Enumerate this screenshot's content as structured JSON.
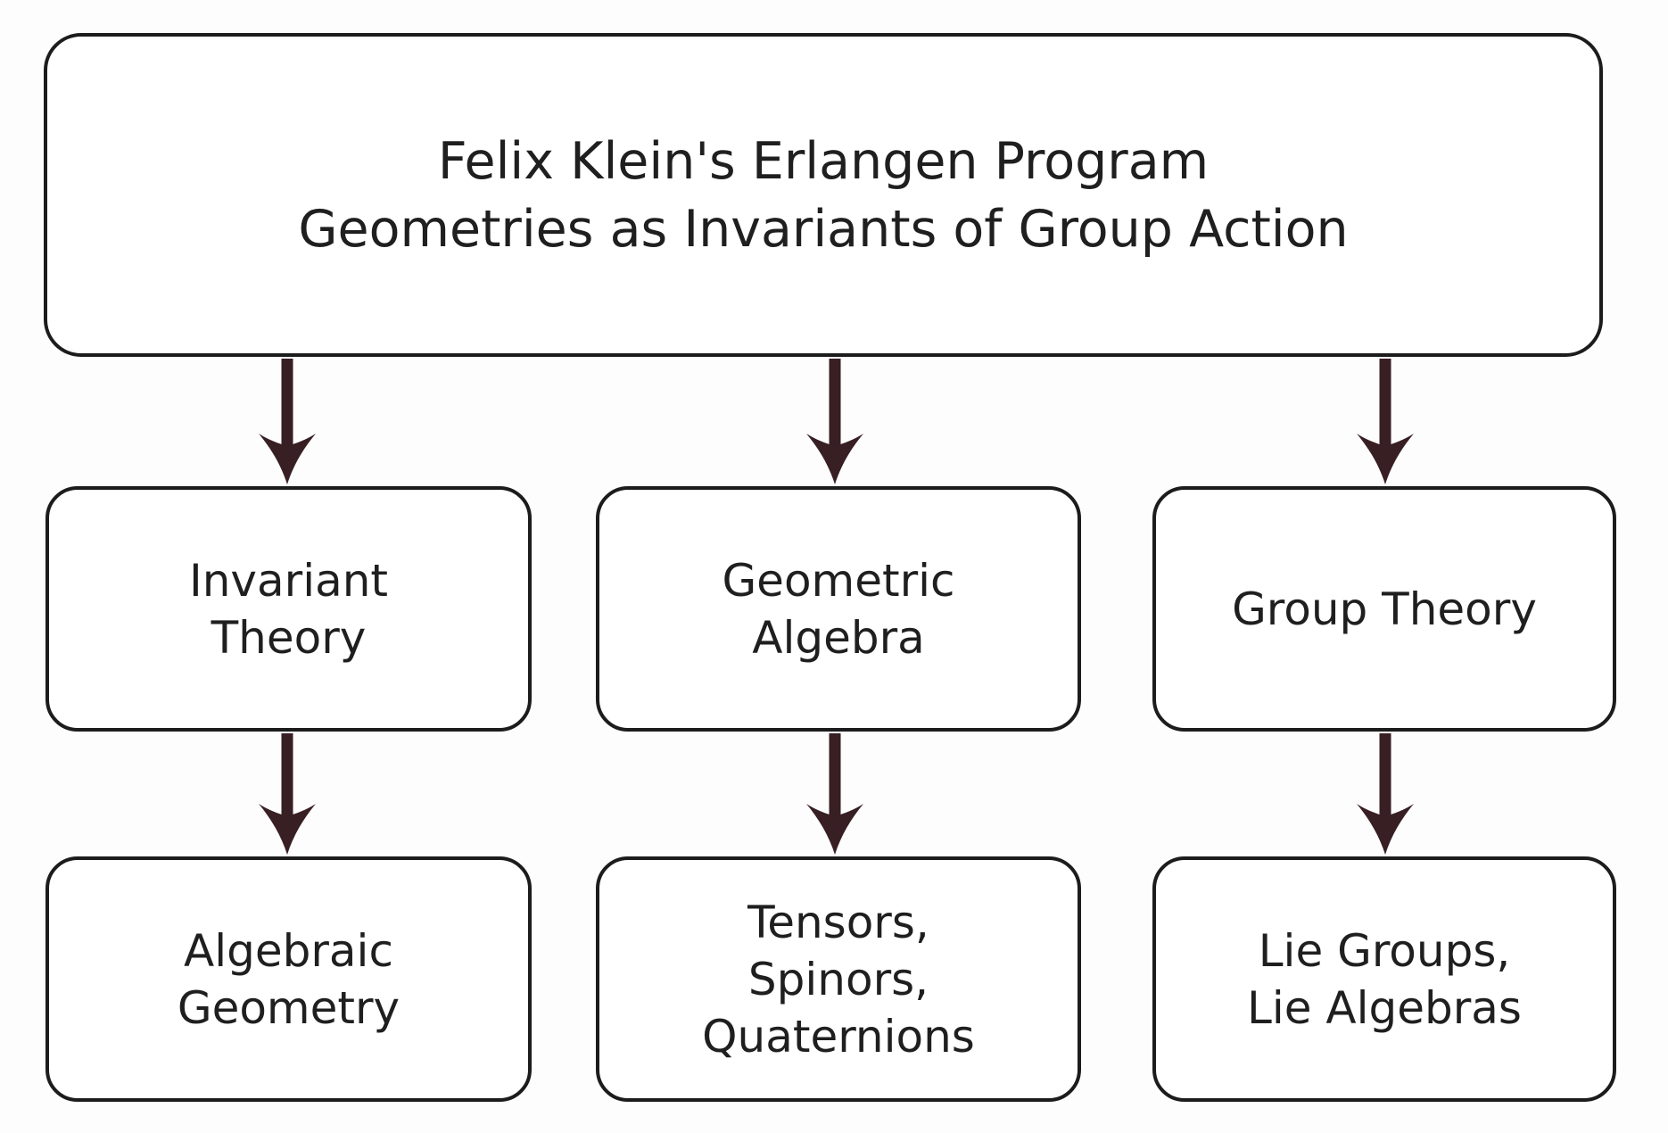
{
  "diagram": {
    "title": {
      "line1": "Felix Klein's Erlangen Program",
      "line2": "Geometries as Invariants of Group Action"
    },
    "nodes": {
      "invariant_theory": {
        "lines": [
          "Invariant",
          "Theory"
        ]
      },
      "geometric_algebra": {
        "lines": [
          "Geometric",
          "Algebra"
        ]
      },
      "group_theory": {
        "lines": [
          "Group Theory"
        ]
      },
      "algebraic_geometry": {
        "lines": [
          "Algebraic",
          "Geometry"
        ]
      },
      "tensors_spinors_quaternions": {
        "lines": [
          "Tensors,",
          "Spinors,",
          "Quaternions"
        ]
      },
      "lie_groups_lie_algebras": {
        "lines": [
          "Lie Groups,",
          "Lie Algebras"
        ]
      }
    },
    "colors": {
      "arrow": "#371f24",
      "border": "#1c1c1c",
      "text": "#1f1f1f",
      "background": "#fdfdfd",
      "box_fill": "#ffffff"
    }
  }
}
